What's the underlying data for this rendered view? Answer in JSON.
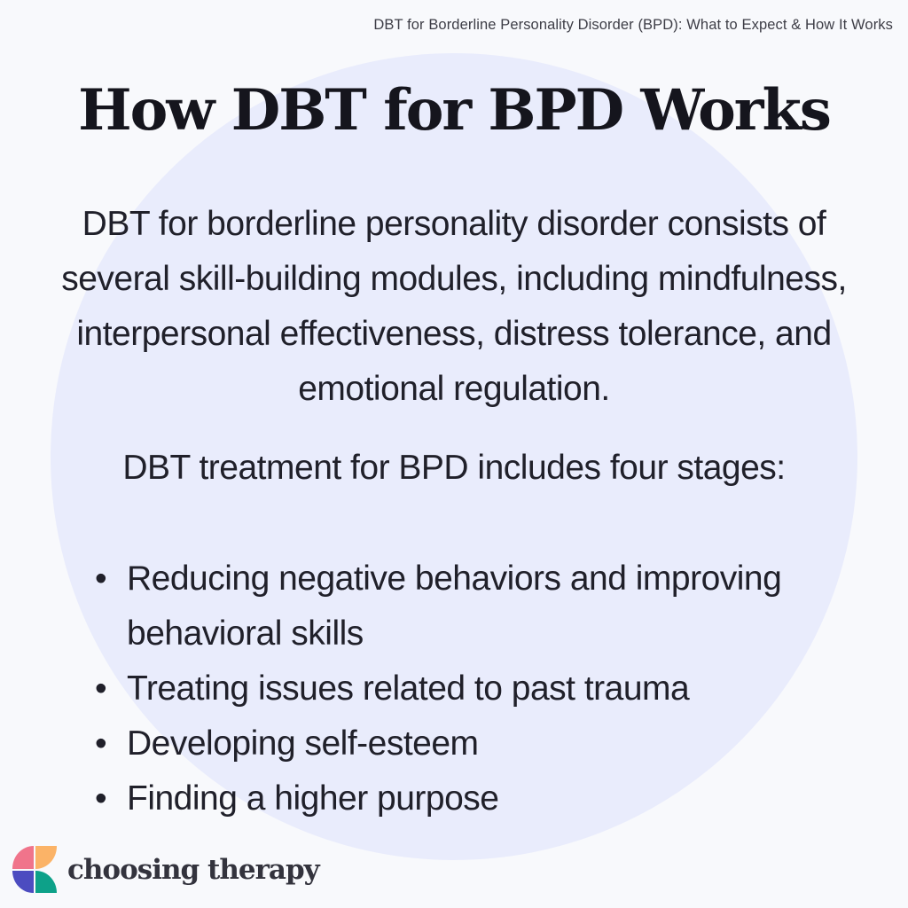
{
  "page": {
    "background_color": "#f8f9fc",
    "circle_color": "#e9ecfc",
    "text_color": "#20202a"
  },
  "header": {
    "source_line": "DBT for Borderline Personality Disorder (BPD): What to Expect & How It Works"
  },
  "title": "How DBT for BPD Works",
  "intro": "DBT for borderline personality disorder consists of several skill-building modules, including mindfulness, interpersonal effectiveness, distress tolerance, and emotional regulation.",
  "stages_lead": "DBT treatment for BPD includes four stages:",
  "stages": [
    "Reducing negative behaviors and improving behavioral skills",
    "Treating issues related to past trauma",
    "Developing self-esteem",
    "Finding a higher purpose"
  ],
  "logo": {
    "wordmark": "choosing therapy",
    "petal_colors": {
      "pink": "#f0748b",
      "orange": "#fbb367",
      "purple": "#4c4cc0",
      "teal": "#0da189"
    }
  }
}
